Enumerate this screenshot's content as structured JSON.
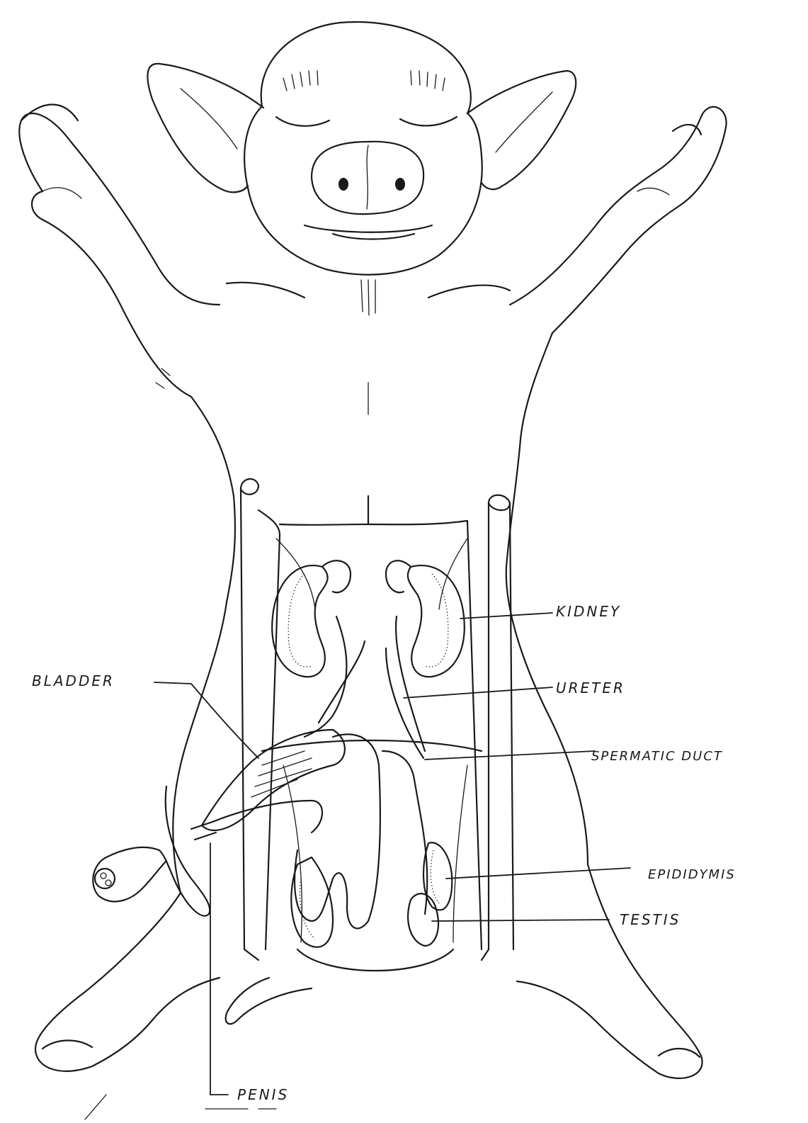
{
  "labels": {
    "kidney": "KIDNEY",
    "ureter": "URETER",
    "spermatic_duct": "SPERMATIC DUCT",
    "epididymis": "EPIDIDYMIS",
    "testis": "TESTIS",
    "bladder": "BLADDER",
    "penis": "PENIS"
  }
}
